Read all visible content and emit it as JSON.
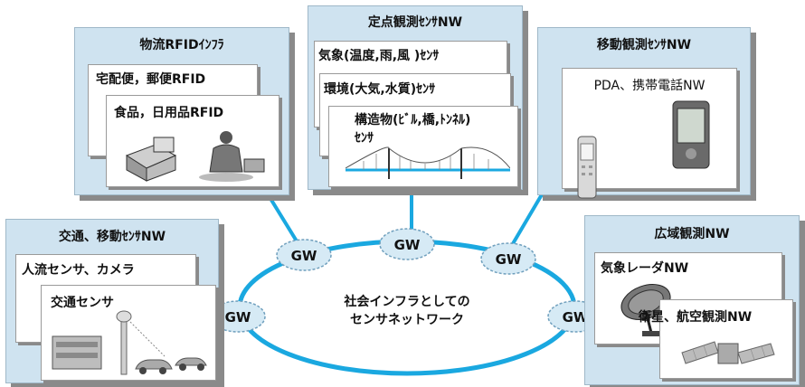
{
  "panels": {
    "logistics": {
      "title": "物流RFIDｲﾝﾌﾗ",
      "cards": [
        "宅配便，郵便RFID",
        "食品，日用品RFID"
      ]
    },
    "fixed": {
      "title": "定点観測ｾﾝｻNW",
      "cards": [
        "気象(温度,雨,風 )ｾﾝｻ",
        "環境(大気,水質)ｾﾝｻ",
        "構造物(ﾋﾞﾙ,橋,ﾄﾝﾈﾙ)",
        "ｾﾝｻ"
      ]
    },
    "mobile_obs": {
      "title": "移動観測ｾﾝｻNW",
      "cards": [
        "PDA、携帯電話NW"
      ]
    },
    "traffic": {
      "title": "交通、移動ｾﾝｻNW",
      "cards": [
        "人流センサ、カメラ",
        "交通センサ"
      ]
    },
    "wide": {
      "title": "広域観測NW",
      "cards": [
        "気象レーダNW",
        "衛星、航空観測NW"
      ]
    }
  },
  "gateway_label": "GW",
  "center_text": [
    "社会インフラとしての",
    "センサネットワーク"
  ],
  "colors": {
    "panel_bg": "#cfe3f0",
    "ring": "#1aa8e0",
    "gw_fill": "#d6eaf5",
    "shadow": "#8a8a8a"
  }
}
